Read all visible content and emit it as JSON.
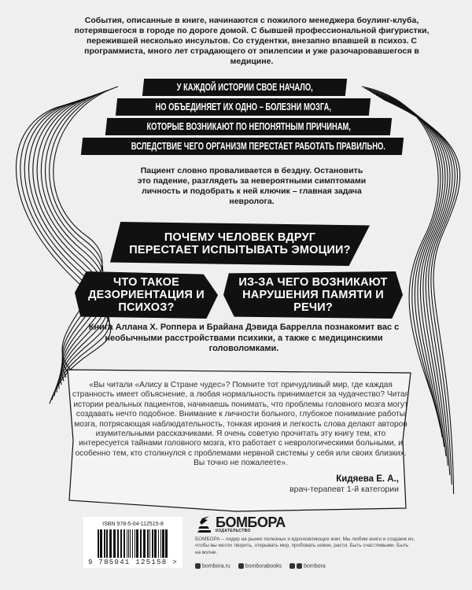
{
  "intro": "События, описанные в книге, начинаются с пожилого менеджера боулинг-клуба, потерявшегося в городе по дороге домой. С бывшей профессиональной фигуристки, пережившей несколько инсультов. Со студентки, внезапно впавшей в психоз. С программиста, много лет страдающего от эпилепсии и уже разочаровавшегося в медицине.",
  "banners": [
    "У КАЖДОЙ ИСТОРИИ СВОЕ НАЧАЛО,",
    "НО ОБЪЕДИНЯЕТ ИХ ОДНО – БОЛЕЗНИ МОЗГА,",
    "КОТОРЫЕ ВОЗНИКАЮТ ПО НЕПОНЯТНЫМ ПРИЧИНАМ,",
    "ВСЛЕДСТВИЕ ЧЕГО ОРГАНИЗМ ПЕРЕСТАЕТ РАБОТАТЬ ПРАВИЛЬНО."
  ],
  "paragraph2": "Пациент словно проваливается в бездну. Остановить это падение, разглядеть за невероятными симптомами личность и подобрать к ней ключик – главная задача невролога.",
  "questions": [
    "ПОЧЕМУ ЧЕЛОВЕК ВДРУГ ПЕРЕСТАЕТ ИСПЫТЫВАТЬ ЭМОЦИИ?",
    "ЧТО ТАКОЕ ДЕЗОРИЕНТАЦИЯ И ПСИХОЗ?",
    "ИЗ-ЗА ЧЕГО ВОЗНИКАЮТ НАРУШЕНИЯ ПАМЯТИ И РЕЧИ?"
  ],
  "paragraph3": "Книга Аллана Х. Роппера и Брайана Дэвида Баррелла познакомит вас с необычными расстройствами психики, а также с медицинскими головоломками.",
  "review": {
    "text": "«Вы читали «Алису в Стране чудес»? Помните тот причудливый мир, где каждая странность имеет объяснение, а любая нормальность принимается за чудачество? Читая истории реальных пациентов, начинаешь понимать, что проблемы головного мозга могут создавать нечто подобное. Внимание к личности больного, глубокое понимание работы мозга, потрясающая наблюдательность, тонкая ирония и легкость слова делают авторов изумительными рассказчиками. Я очень советую прочитать эту книгу тем, кто интересуется тайнами головного мозга, кто работает с неврологическими больными, и особенно тем, кто столкнулся с проблемами нервной системы у себя или своих близких. Вы точно не пожалеете».",
    "author": "Кидяева Е. А.,",
    "author_title": "врач-терапевт 1-й категории"
  },
  "barcode": {
    "isbn": "ISBN 978-5-04-112515-8",
    "digits": "9 785041 125158 >"
  },
  "publisher": {
    "name": "БОМБОРА",
    "subtitle": "ИЗДАТЕЛЬСТВО",
    "about": "БОМБОРА – лидер на рынке полезных и вдохновляющих книг. Мы любим книги и создаем их, чтобы вы могли творить, открывать мир, пробовать новое, расти. Быть счастливыми. Быть на волне.",
    "socials": [
      {
        "icon": "instagram-icon",
        "label": "bombora.ru"
      },
      {
        "icon": "vk-icon",
        "label": "bomborabooks"
      },
      {
        "icon": "tiktok-icon",
        "label": "bombora"
      }
    ]
  }
}
